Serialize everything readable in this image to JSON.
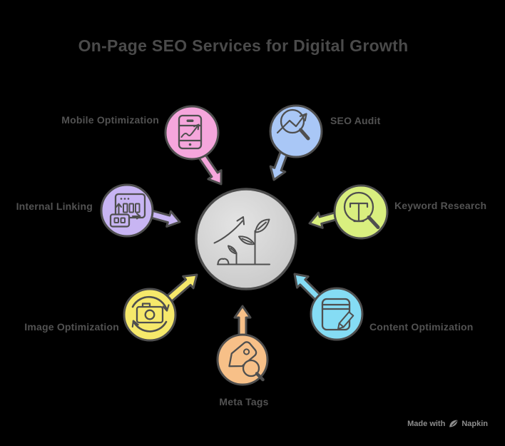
{
  "title": "On-Page SEO Services for Digital Growth",
  "center": {
    "icon": "growth-plant-icon",
    "fill_light": "#E4E4E4",
    "fill_dark": "#C6C6C6",
    "outline": "#4E4E4E"
  },
  "nodes": {
    "mobile": {
      "label": "Mobile Optimization",
      "icon": "smartphone-trend-icon",
      "color": "#F5A6DC"
    },
    "audit": {
      "label": "SEO Audit",
      "icon": "magnifier-trend-icon",
      "color": "#A9C7F6"
    },
    "linking": {
      "label": "Internal Linking",
      "icon": "linked-windows-icon",
      "color": "#C8B5F3"
    },
    "keyword": {
      "label": "Keyword Research",
      "icon": "text-magnifier-icon",
      "color": "#D9EF7F"
    },
    "image": {
      "label": "Image Optimization",
      "icon": "camera-refresh-icon",
      "color": "#F6E96B"
    },
    "meta": {
      "label": "Meta Tags",
      "icon": "tag-magnifier-icon",
      "color": "#F7C088"
    },
    "content": {
      "label": "Content Optimization",
      "icon": "book-pencil-icon",
      "color": "#85DCF4"
    }
  },
  "footer": {
    "made_with": "Made with",
    "brand": "Napkin",
    "icon": "pen-nib-icon"
  }
}
